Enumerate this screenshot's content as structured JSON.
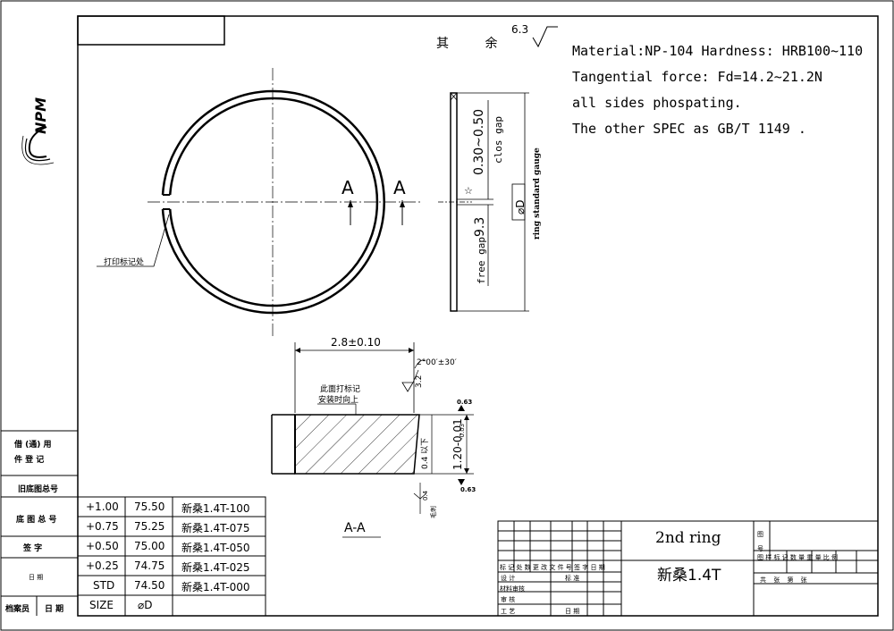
{
  "surface_finish": {
    "other_label": "其 余",
    "roughness": "6.3"
  },
  "spec": {
    "line1": "Material:NP-104  Hardness:  HRB100~110",
    "line2": "Tangential force: Fd=14.2~21.2N",
    "line3": "all sides phospating.",
    "line4": "The other SPEC as GB/T 1149 ."
  },
  "logo_text": "NPM",
  "ring_view": {
    "section_mark_left": "A",
    "section_mark_right": "A",
    "marking_label": "打印标记处"
  },
  "gauge_view": {
    "clos_gap": "0.30~0.50",
    "clos_gap_label": "clos gap",
    "free_gap": "9.3",
    "free_gap_label": "free gap",
    "diameter": "⌀D",
    "gauge_label": "ring standard gauge",
    "star": "☆"
  },
  "section_view": {
    "width": "2.8±0.10",
    "angle": "2°00′±30′",
    "roughness_top": "3.2",
    "note_line1": "此面打标记",
    "note_line2": "安装时向上",
    "thickness": "1.20-0.01",
    "thickness_tol": "-0.03",
    "chamfer": "0.4 以下",
    "chamfer_bottom": "0.4",
    "corner_label": "毛刺",
    "flatness_top": "0.63",
    "flatness_bottom": "0.63",
    "section_label": "A-A"
  },
  "left_panel": {
    "borrow": "借 (通) 用",
    "register": "件 登 记",
    "old_drawing": "旧底图总号",
    "base_drawing": "底 图 总 号",
    "signature": "签  字",
    "date": "日  期",
    "archivist": "档案员",
    "date2": "日 期"
  },
  "size_table": {
    "rows": [
      {
        "size": "+1.00",
        "d": "75.50",
        "part": "新桑1.4T-100"
      },
      {
        "size": "+0.75",
        "d": "75.25",
        "part": "新桑1.4T-075"
      },
      {
        "size": "+0.50",
        "d": "75.00",
        "part": "新桑1.4T-050"
      },
      {
        "size": "+0.25",
        "d": "74.75",
        "part": "新桑1.4T-025"
      },
      {
        "size": "STD",
        "d": "74.50",
        "part": "新桑1.4T-000"
      }
    ],
    "footer_size": "SIZE",
    "footer_d": "⌀D"
  },
  "title_block": {
    "part_name": "2nd ring",
    "product": "新桑1.4T",
    "rev_headers": "标 记  处 数  更 改 文 件 号   签  字  日 期",
    "design": "设   计",
    "standard": "标 准",
    "material_check": "材料审核",
    "check": "审 核",
    "process": "工 艺",
    "date": "日 期",
    "drawing_no": "图 号",
    "stage_headers": "图 样 标 记    数 量  重 量  比 例",
    "sheets": "共   张  第   张"
  }
}
